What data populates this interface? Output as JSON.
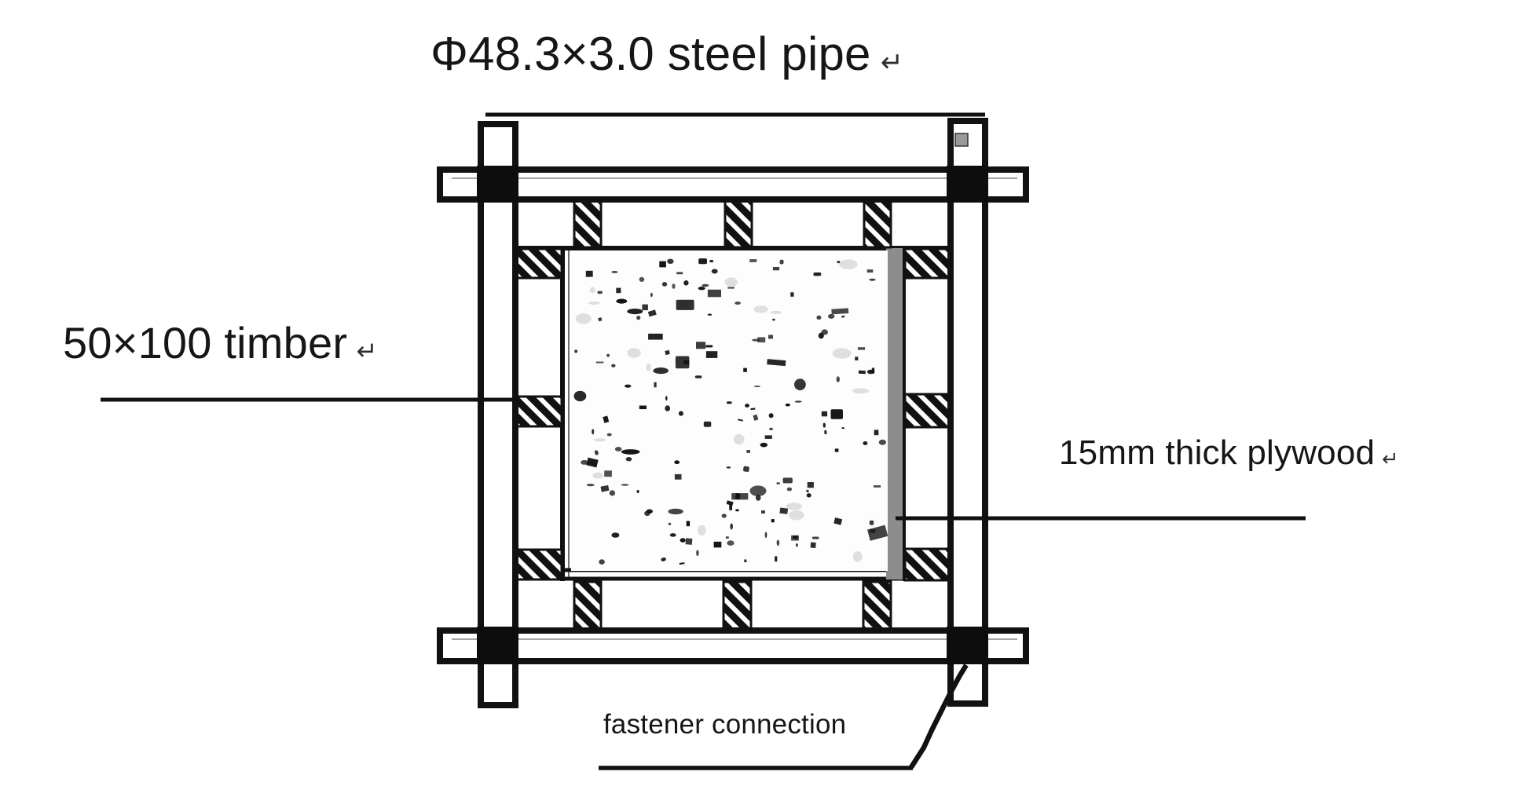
{
  "title": {
    "text": "Φ48.3×3.0 steel pipe",
    "return_symbol": "↵"
  },
  "labels": {
    "timber": {
      "text": "50×100 timber",
      "return_symbol": "↵"
    },
    "plywood": {
      "text": "15mm thick plywood",
      "return_symbol": "↵"
    },
    "fastener": {
      "text": "fastener connection"
    }
  },
  "colors": {
    "background": "#ffffff",
    "line": "#111111",
    "fastener_fill": "#0d0d0d",
    "plywood_shadow": "#8d8d8d",
    "concrete_speckle": "#101010"
  }
}
